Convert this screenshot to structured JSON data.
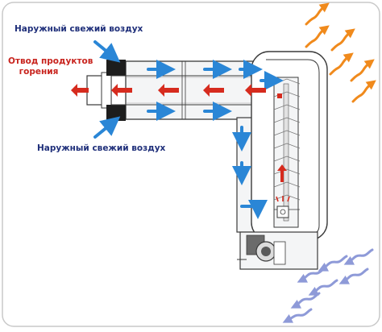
{
  "labels": {
    "fresh_air_top": "Наружный свежий воздух",
    "exhaust_line1": "Отвод продуктов",
    "exhaust_line2": "горения",
    "fresh_air_bottom": "Наружный свежий воздух"
  },
  "colors": {
    "blue_text": "#1f2f7a",
    "red_text": "#c8231d",
    "fresh_air_arrow": "#2a86d6",
    "exhaust_arrow": "#d62b1e",
    "warm_air_arrow": "#f08a1c",
    "cold_air_arrow": "#8e9ad8",
    "pipe_fill": "#f4f5f6",
    "outline": "#3a3a3a"
  }
}
